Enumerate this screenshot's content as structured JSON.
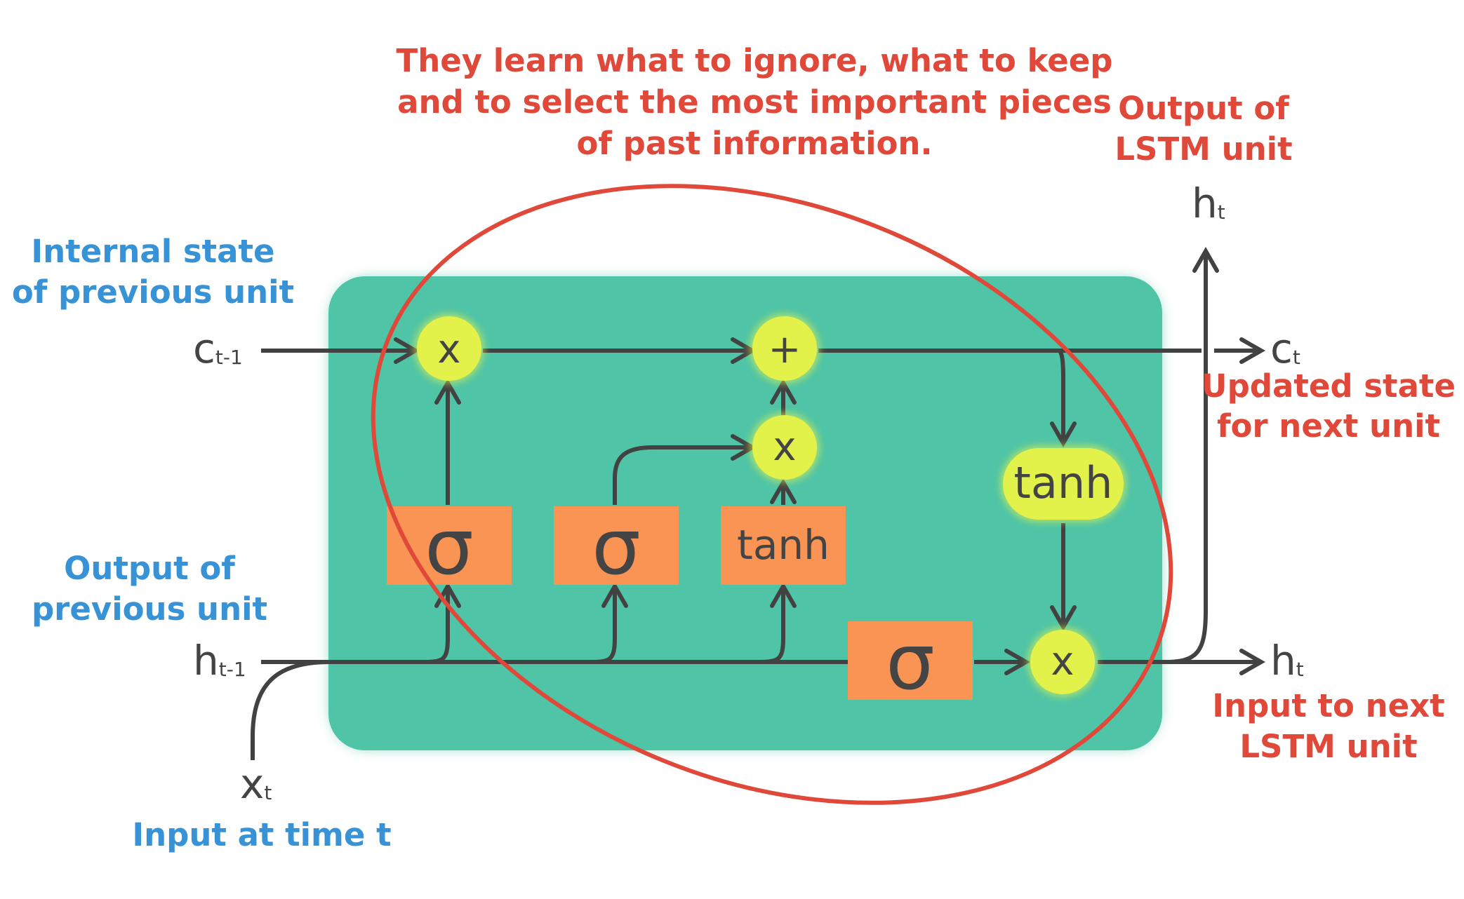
{
  "annotations": {
    "gates_note": [
      "They learn what to ignore, what to keep",
      "and to select the most important pieces",
      "of past information."
    ],
    "output_of_unit": [
      "Output of",
      "LSTM unit"
    ],
    "internal_state_prev": [
      "Internal state",
      "of previous unit"
    ],
    "output_prev": [
      "Output of",
      "previous unit"
    ],
    "updated_state": [
      "Updated state",
      "for next unit"
    ],
    "input_next": [
      "Input to next",
      "LSTM unit"
    ],
    "input_time": "Input at time t"
  },
  "variables": {
    "c_prev": {
      "base": "c",
      "sub": "t-1"
    },
    "h_prev": {
      "base": "h",
      "sub": "t-1"
    },
    "x_t": {
      "base": "x",
      "sub": "t"
    },
    "c_t": {
      "base": "c",
      "sub": "t"
    },
    "h_t_out": {
      "base": "h",
      "sub": "t"
    },
    "h_t_next": {
      "base": "h",
      "sub": "t"
    }
  },
  "gates": {
    "forget": "σ",
    "input": "σ",
    "candidate": "tanh",
    "output": "σ",
    "state_tanh": "tanh"
  },
  "operations": {
    "forget_mult": "x",
    "state_add": "+",
    "input_mult": "x",
    "output_mult": "x"
  },
  "colors": {
    "cell_bg": "#4fc4a6",
    "gate_bg": "#fa9455",
    "op_bg": "#e3f24b",
    "ellipse": "#e0483a",
    "red_text": "#e0483a",
    "blue_text": "#3792d6",
    "wire": "#424242"
  }
}
